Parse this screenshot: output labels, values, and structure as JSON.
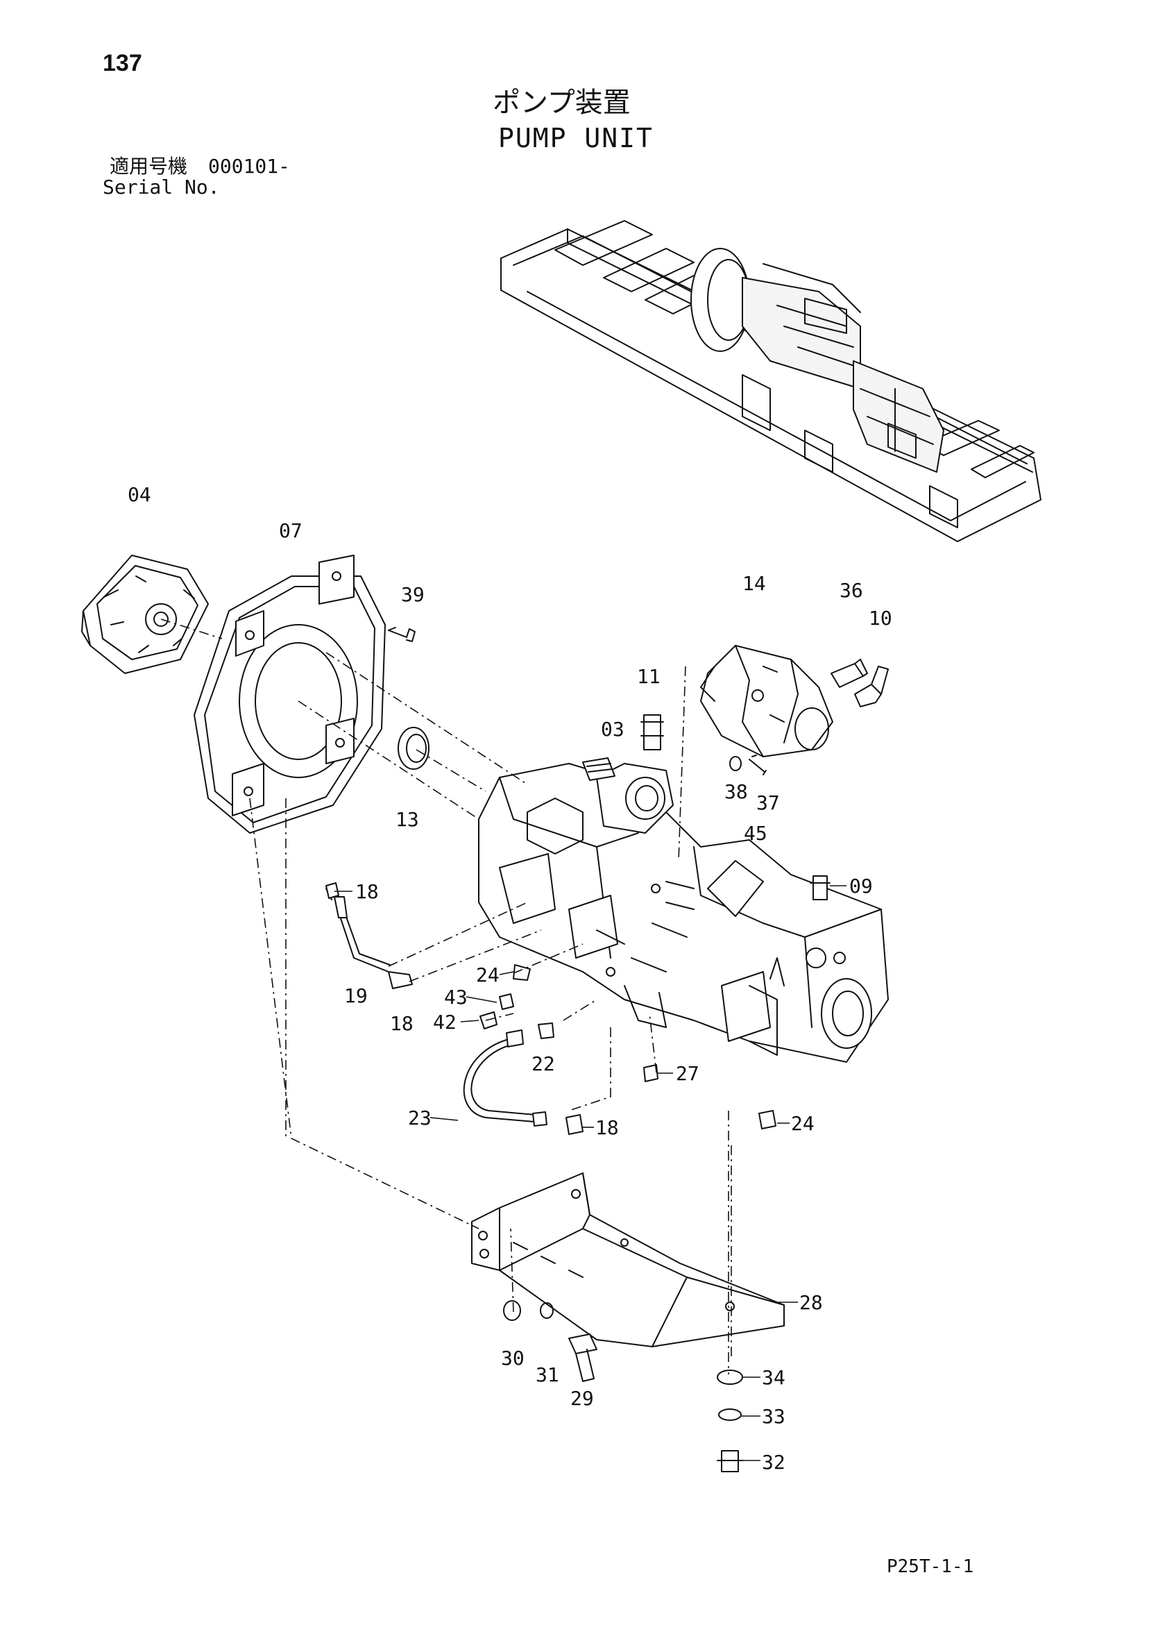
{
  "header": {
    "page_number": "137",
    "title_jp": "ポンプ装置",
    "title_en": "PUMP UNIT",
    "serial_label_jp": "適用号機",
    "serial_value": "000101-",
    "serial_label_en": "Serial No."
  },
  "footer": {
    "ref_code": "P25T-1-1"
  },
  "part_labels": [
    "04",
    "07",
    "39",
    "14",
    "36",
    "10",
    "11",
    "03",
    "38",
    "37",
    "13",
    "45",
    "18",
    "09",
    "19",
    "18",
    "24",
    "43",
    "42",
    "22",
    "27",
    "23",
    "18",
    "24",
    "28",
    "30",
    "31",
    "29",
    "34",
    "33",
    "32"
  ]
}
